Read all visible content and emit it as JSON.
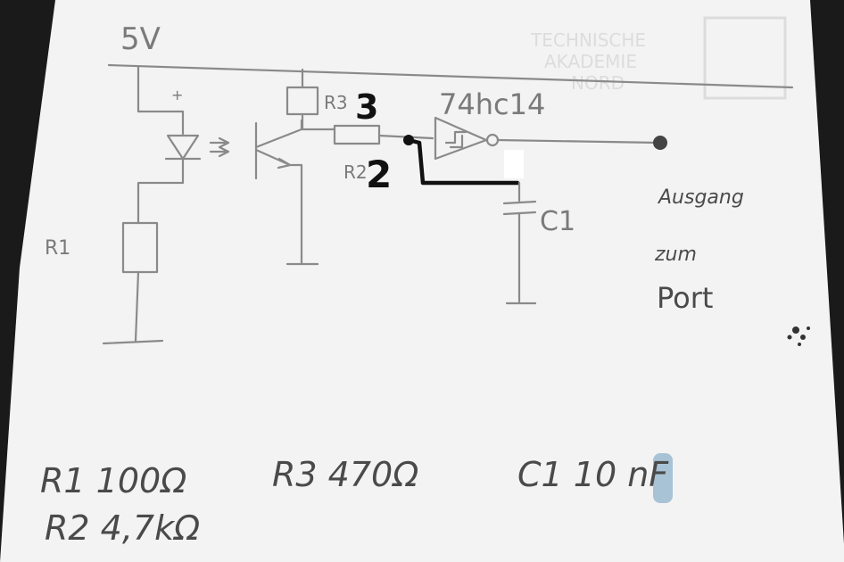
{
  "supply_label": "5V",
  "plus_sign": "+",
  "ic_label": "74hc14",
  "resistor_labels": {
    "r1": "R1",
    "r2": "R2",
    "r3": "R3"
  },
  "capacitor_label": "C1",
  "marker_labels": {
    "three": "3",
    "two": "2"
  },
  "output_label": [
    "Ausgang",
    "zum",
    "Port"
  ],
  "parts_list": {
    "r1": "R1 100Ω",
    "r3": "R3 470Ω",
    "c1": "C1 10 nF",
    "r2": "R2 4,7kΩ"
  },
  "watermark_lines": [
    "TECHNISCHE",
    "AKADEMIE",
    "NORD"
  ],
  "colors": {
    "paper": "#f4f4f4",
    "pencil": "#8a8a8a",
    "ink": "#111111",
    "background": "#1a1a1a",
    "highlight": "#a9c3d6"
  }
}
